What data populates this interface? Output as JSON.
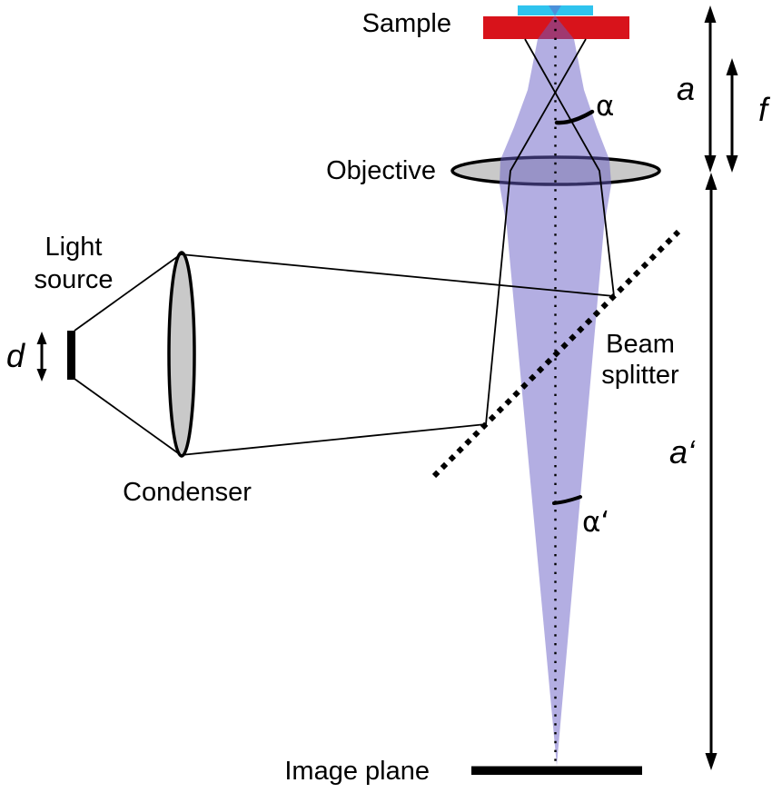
{
  "title": "Microscope imaging path diagram",
  "labels": {
    "sample": "Sample",
    "light_source_lines": [
      "Light",
      "source"
    ],
    "condenser": "Condenser",
    "objective": "Objective",
    "beam_splitter_lines": [
      "Beam",
      "splitter"
    ],
    "image_plane": "Image plane"
  },
  "dimensions": {
    "a": "a",
    "f": "f",
    "a_prime": "a‘",
    "d": "d",
    "alpha": "α",
    "alpha_prime": "α‘"
  },
  "colors": {
    "beam": "rgba(104,94,197,0.5)",
    "sample_slide": "#d8131b",
    "coverslip": "#2fc3ee",
    "lens": "#c9c9c9",
    "ink": "#000000"
  }
}
